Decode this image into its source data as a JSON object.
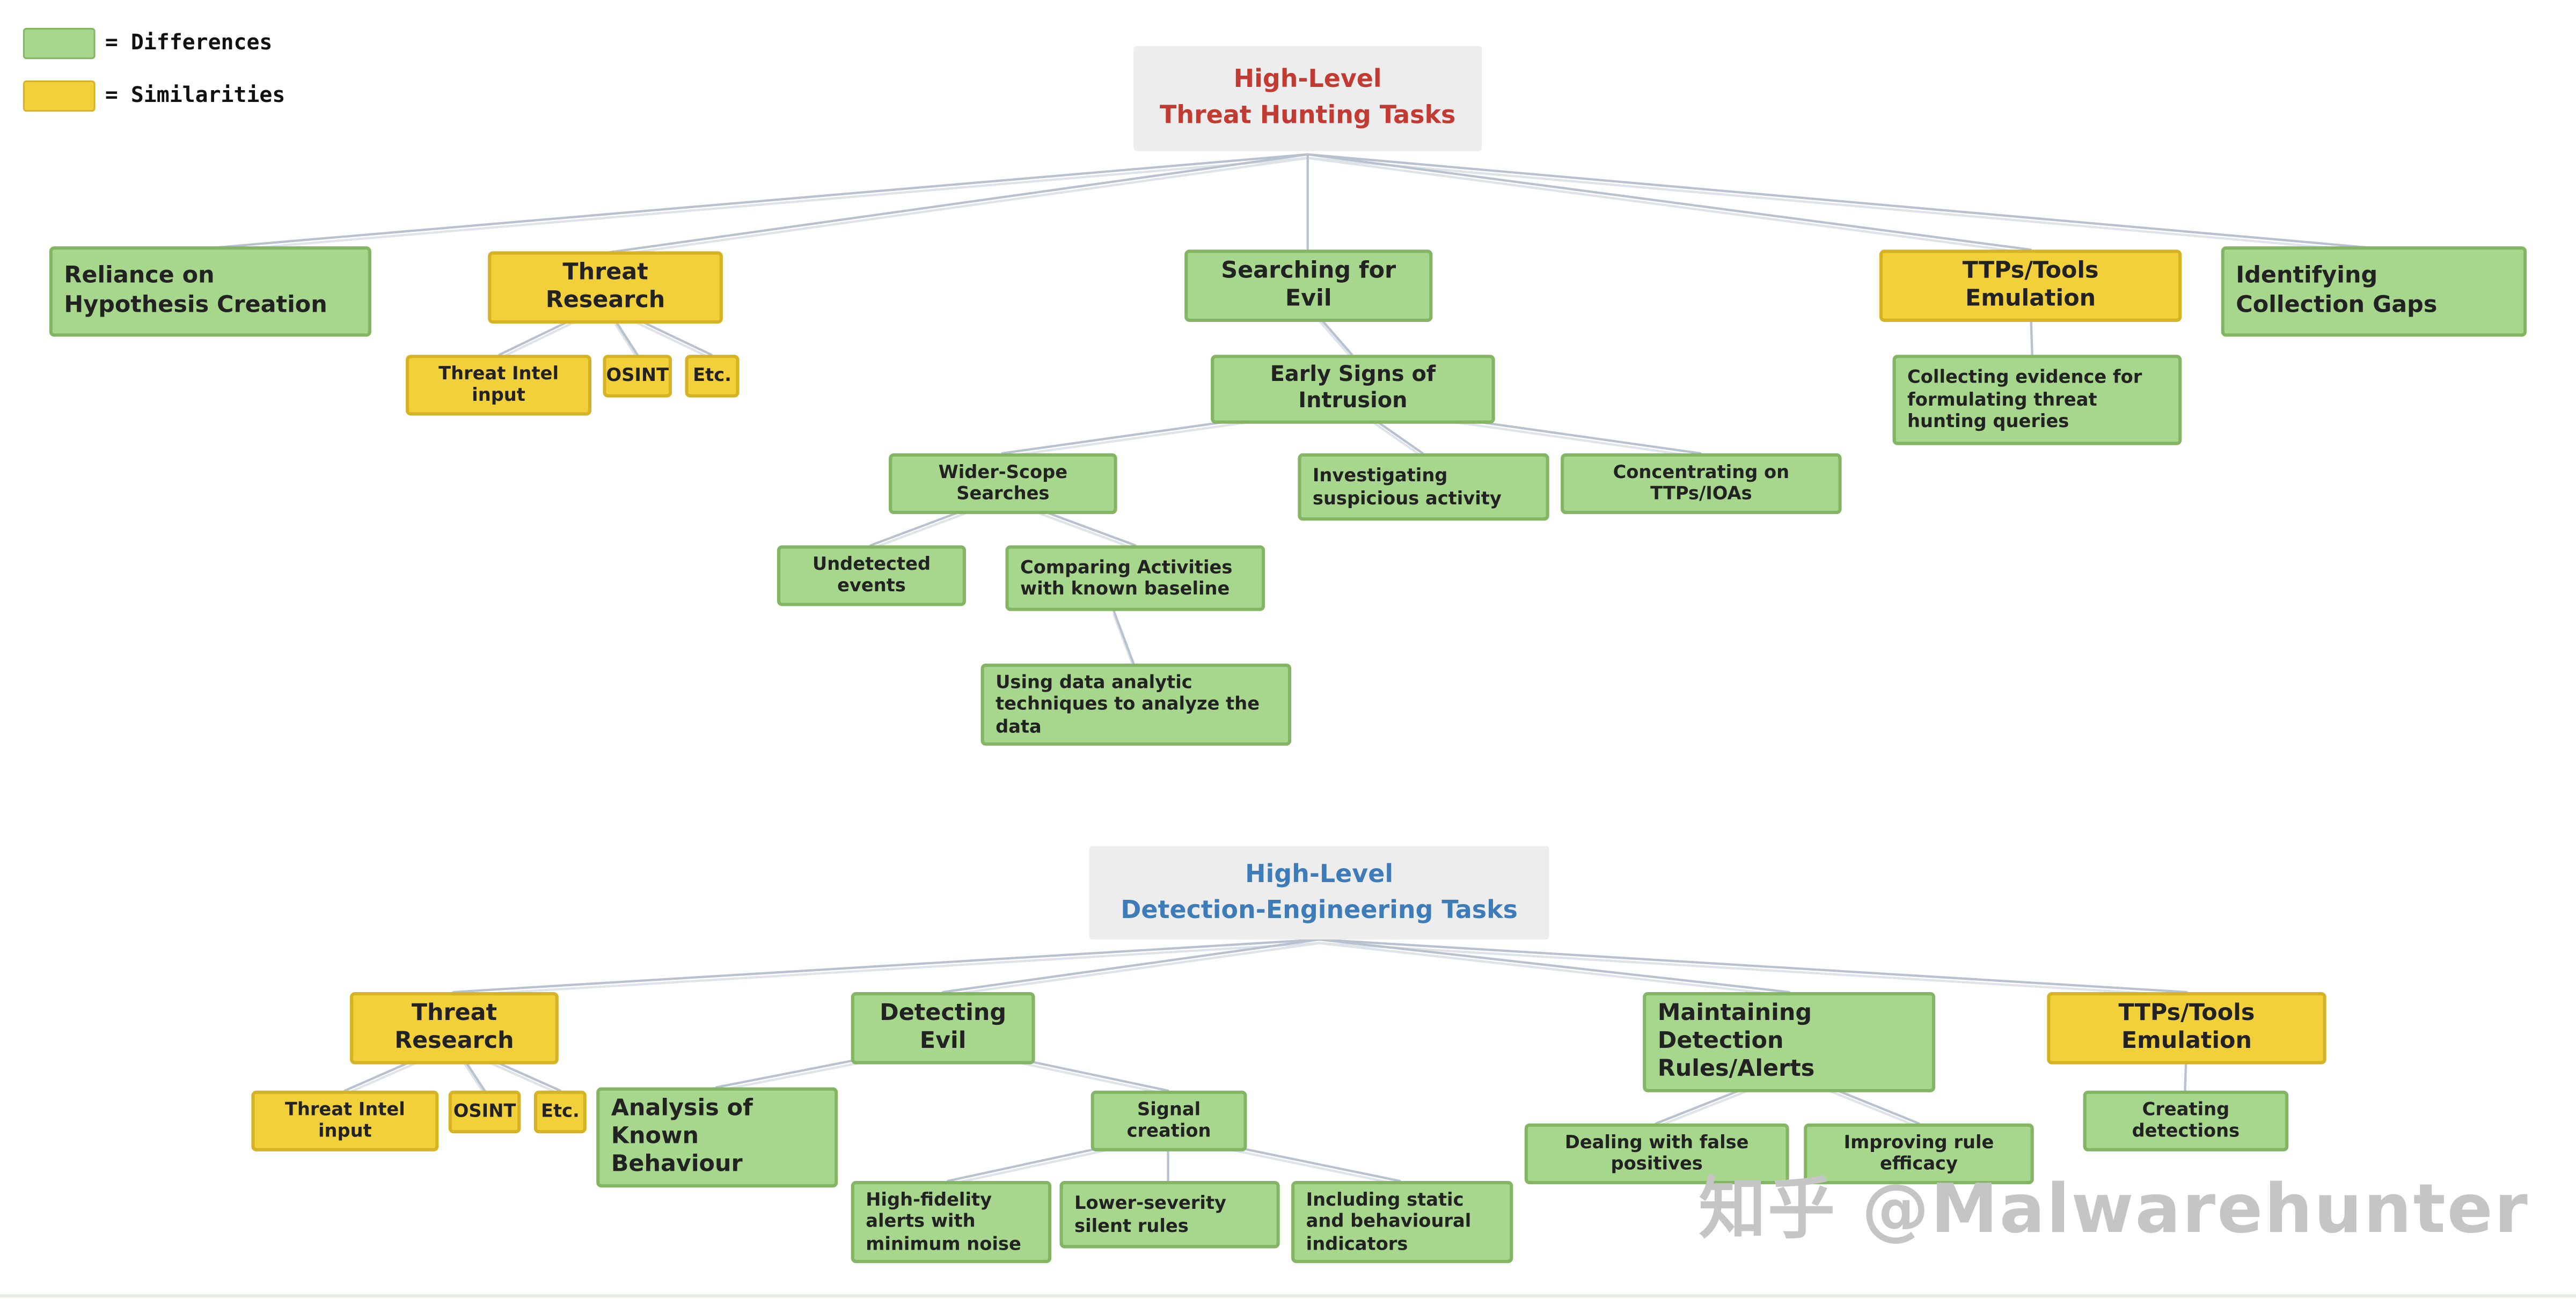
{
  "legend": {
    "differences": {
      "label": "= Differences"
    },
    "similarities": {
      "label": "= Similarities"
    }
  },
  "colors": {
    "difference_fill": "#a6d78c",
    "difference_border": "#84b564",
    "similarity_fill": "#f2d039",
    "similarity_border": "#d6b325",
    "title_box_bg": "#ededed",
    "hunting_title_text": "#c23b32",
    "detection_title_text": "#3e7cb9",
    "connector": "#b7c1d0",
    "node_text": "#222222",
    "watermark": "#c5c5c5"
  },
  "hunting": {
    "title_line1": "High-Level",
    "title_line2": "Threat Hunting Tasks",
    "nodes": {
      "reliance": "Reliance on Hypothesis Creation",
      "threat_research": "Threat Research",
      "threat_intel": "Threat Intel input",
      "osint": "OSINT",
      "etc": "Etc.",
      "searching": "Searching for Evil",
      "early_signs": "Early Signs of Intrusion",
      "wider_scope": "Wider-Scope Searches",
      "investigating": "Investigating suspicious activity",
      "concentrating": "Concentrating on TTPs/IOAs",
      "undetected": "Undetected events",
      "comparing": "Comparing Activities with known baseline",
      "analytics": "Using data analytic techniques to analyze the data",
      "ttps_emulation": "TTPs/Tools Emulation",
      "collecting": "Collecting evidence for formulating threat hunting queries",
      "identifying": "Identifying Collection Gaps"
    }
  },
  "detection": {
    "title_line1": "High-Level",
    "title_line2": "Detection-Engineering Tasks",
    "nodes": {
      "threat_research": "Threat Research",
      "threat_intel": "Threat Intel input",
      "osint": "OSINT",
      "etc": "Etc.",
      "detecting": "Detecting Evil",
      "analysis": "Analysis of Known Behaviour",
      "signal": "Signal creation",
      "high_fidelity": "High-fidelity alerts with minimum noise",
      "lower_severity": "Lower-severity silent rules",
      "indicators": "Including static and behavioural indicators",
      "maintaining": "Maintaining Detection Rules/Alerts",
      "false_positives": "Dealing with false positives",
      "rule_efficacy": "Improving rule efficacy",
      "ttps_emulation": "TTPs/Tools Emulation",
      "creating": "Creating detections"
    }
  },
  "watermark": "知乎 @Malwarehunter"
}
